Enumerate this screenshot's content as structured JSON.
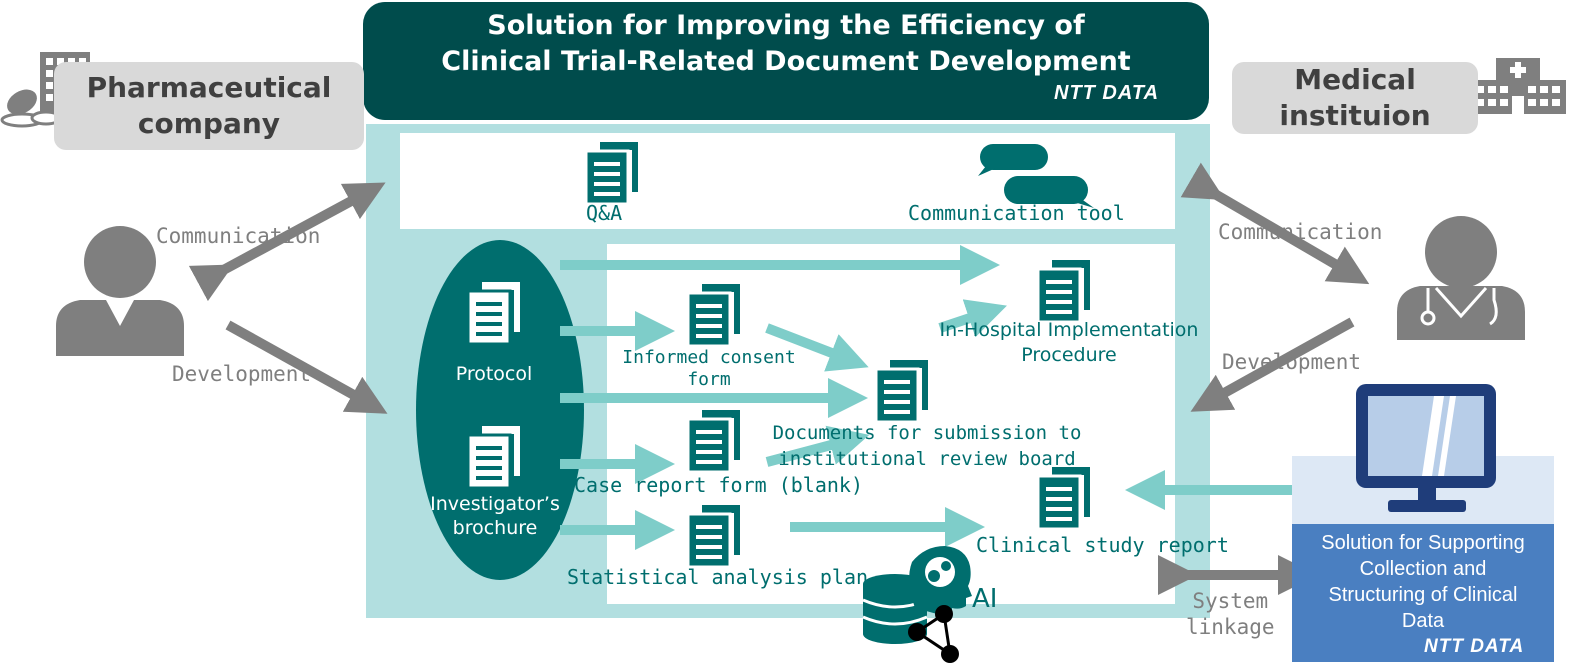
{
  "title": {
    "line1": "Solution for Improving the Efficiency of",
    "line2": "Clinical Trial-Related Document Development",
    "logo": "NTT DATA"
  },
  "left_party": {
    "label_line1": "Pharmaceutical",
    "label_line2": "company",
    "communication": "Communication",
    "development": "Development"
  },
  "right_party": {
    "label_line1": "Medical",
    "label_line2": "instituion",
    "communication": "Communication",
    "development": "Development"
  },
  "top_panel": {
    "qa": "Q&A",
    "communication_tool": "Communication tool"
  },
  "inputs": {
    "protocol": "Protocol",
    "brochure_line1": "Investigator’s",
    "brochure_line2": "brochure"
  },
  "documents": {
    "informed_consent_line1": "Informed consent",
    "informed_consent_line2": "form",
    "case_report": "Case report form (blank)",
    "statistical_plan": "Statistical analysis plan",
    "irb_line1": "Documents for submission to",
    "irb_line2": "institutional review board",
    "in_hospital_line1": "In-Hospital Implementation",
    "in_hospital_line2": "Procedure",
    "clinical_study_report": "Clinical study report"
  },
  "ai_label": "AI",
  "system_linkage_line1": "System",
  "system_linkage_line2": "linkage",
  "support_solution": {
    "line1": "Solution for Supporting",
    "line2": "Collection and",
    "line3": "Structuring of Clinical",
    "line4": "Data",
    "logo": "NTT DATA"
  },
  "colors": {
    "dark_teal": "#004c4c",
    "teal": "#006e6e",
    "light_teal": "#b2dfe0",
    "arrow_teal": "#7ecdc9",
    "gray": "#7f7f7f",
    "blue": "#4a7fc1"
  }
}
